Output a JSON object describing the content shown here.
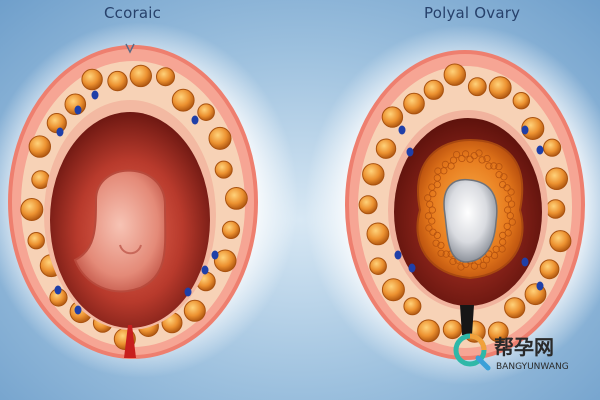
{
  "captions": {
    "left": "Ccoraic",
    "right": "Polyal Ovary"
  },
  "watermark": {
    "brand_cn": "帮孕网",
    "brand_en": "BANGYUNWANG"
  },
  "colors": {
    "background": "#8fb6da",
    "outer_ring": "#f08a7a",
    "fat_layer": "#f6c9a8",
    "follicle": "#e98a2e",
    "vessel": "#1f3fa8",
    "cavity": "#9c2a22",
    "ovary_tissue": "#e57a1e"
  }
}
